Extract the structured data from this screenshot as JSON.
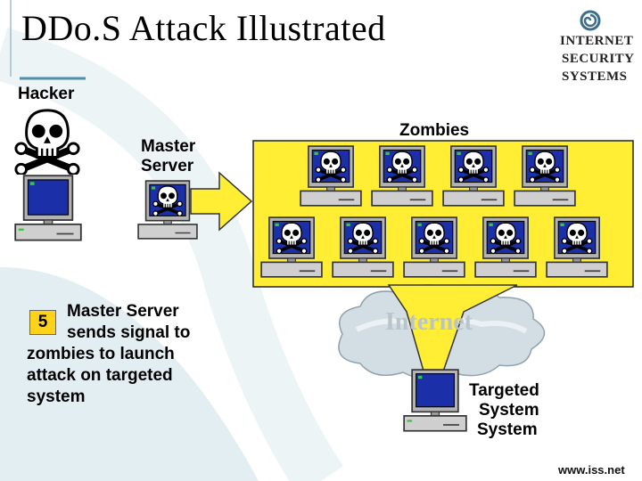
{
  "title": "DDo.S Attack Illustrated",
  "logo": {
    "lines": [
      "INTERNET",
      "SECURITY",
      "SYSTEMS"
    ],
    "icon": "spiral-logo-icon"
  },
  "labels": {
    "hacker": "Hacker",
    "master_line1": "Master",
    "master_line2": "Server",
    "zombies": "Zombies",
    "targeted_line1": "Targeted",
    "targeted_line2": "System",
    "targeted_line3": "System"
  },
  "cloud_text": "Internet",
  "step": {
    "number": "5",
    "lines": [
      "Master Server",
      "sends signal to",
      "zombies to launch",
      "attack on targeted",
      "system"
    ]
  },
  "url": "www.iss.net",
  "colors": {
    "zombie_box": "#ffee33",
    "arrow_fill": "#ffee33",
    "arrow_stroke": "#333333",
    "screen": "#1a2fa8",
    "badge": "#ffd21a"
  },
  "icons": [
    "skull-crossbones-icon",
    "computer-icon",
    "cloud-icon",
    "arrow-right-icon",
    "arrow-down-icon"
  ]
}
